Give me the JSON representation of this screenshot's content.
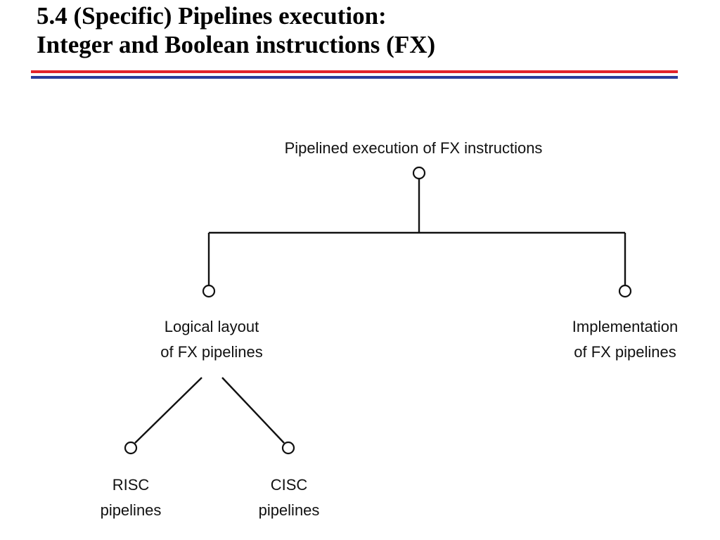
{
  "title": {
    "line1": "5.4 (Specific) Pipelines execution:",
    "line2": "Integer and Boolean instructions (FX)"
  },
  "colors": {
    "rule_top": "#e3232a",
    "rule_bottom": "#2b3d9c",
    "diagram_ink": "#111111"
  },
  "diagram": {
    "root": {
      "label": "Pipelined execution of FX instructions"
    },
    "logical_layout": {
      "line1": "Logical layout",
      "line2": "of FX pipelines"
    },
    "implementation": {
      "line1": "Implementation",
      "line2": "of FX pipelines"
    },
    "risc": {
      "line1": "RISC",
      "line2": "pipelines"
    },
    "cisc": {
      "line1": "CISC",
      "line2": "pipelines"
    }
  }
}
